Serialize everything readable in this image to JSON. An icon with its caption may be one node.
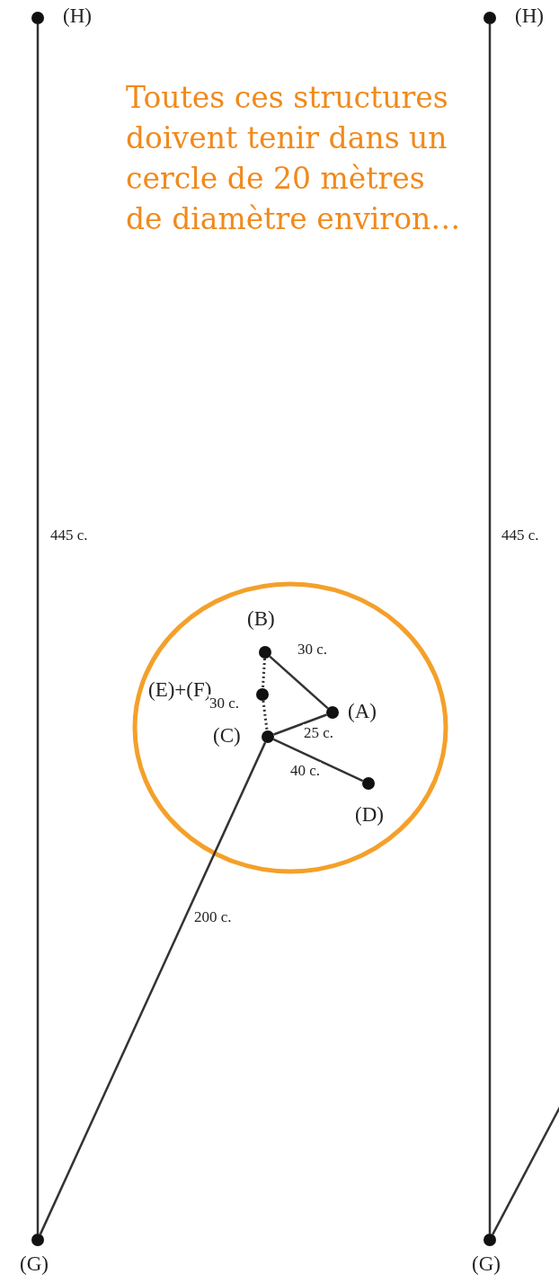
{
  "diagram": {
    "nodes": [
      {
        "text": [
          "(H)"
        ]
      },
      {
        "text": [
          "(B)"
        ]
      },
      {
        "text": [
          "(E)+(F)"
        ]
      },
      {
        "text": [
          "(A)"
        ]
      },
      {
        "text": [
          "(C)"
        ]
      },
      {
        "text": [
          "(D)"
        ]
      },
      {
        "text": [
          "(G)"
        ]
      },
      {
        "text": [
          "(H)"
        ]
      },
      {
        "text": [
          "(G)"
        ]
      }
    ],
    "edges": [
      {
        "from": 0,
        "to": 6,
        "arrow": "none",
        "label": "445 c."
      },
      {
        "from": 1,
        "to": 3,
        "arrow": "none",
        "label": "30 c."
      },
      {
        "from": 1,
        "to": 2,
        "arrow": "none",
        "style": "dashed"
      },
      {
        "from": 2,
        "to": 4,
        "arrow": "none",
        "style": "dashed",
        "label": "30 c."
      },
      {
        "from": 4,
        "to": 3,
        "arrow": "none",
        "label": "25 c."
      },
      {
        "from": 4,
        "to": 5,
        "arrow": "none",
        "label": "40 c."
      },
      {
        "from": 6,
        "to": 4,
        "arrow": "none",
        "label": "200 c."
      },
      {
        "from": 7,
        "to": 8,
        "arrow": "none",
        "label": "445 c."
      },
      {
        "from": 8,
        "to": null,
        "arrow": "none"
      }
    ],
    "labels": [
      "Toutes ces structures doivent tenir dans un cercle de 20 mètres de diamètre environ…"
    ]
  }
}
